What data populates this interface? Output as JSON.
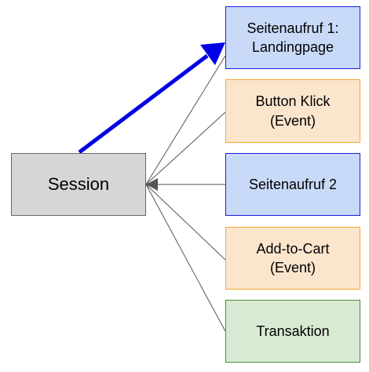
{
  "diagram": {
    "source": {
      "label": "Session",
      "fill": "#d6d6d6",
      "stroke": "#666666"
    },
    "targets": [
      {
        "id": "page1",
        "label": "Seitenaufruf 1:\nLandingpage",
        "fill": "#c9daf8",
        "stroke": "#1c1cdc"
      },
      {
        "id": "btn",
        "label": "Button Klick\n(Event)",
        "fill": "#fce5cd",
        "stroke": "#f6a72f"
      },
      {
        "id": "page2",
        "label": "Seitenaufruf 2",
        "fill": "#c9daf8",
        "stroke": "#1c1cdc"
      },
      {
        "id": "cart",
        "label": "Add-to-Cart\n(Event)",
        "fill": "#fce5cd",
        "stroke": "#f6a72f"
      },
      {
        "id": "trans",
        "label": "Transaktion",
        "fill": "#d9ead3",
        "stroke": "#4c8a3a"
      }
    ],
    "connector_color": "#555555",
    "highlight_arrow_color": "#0000e6"
  }
}
